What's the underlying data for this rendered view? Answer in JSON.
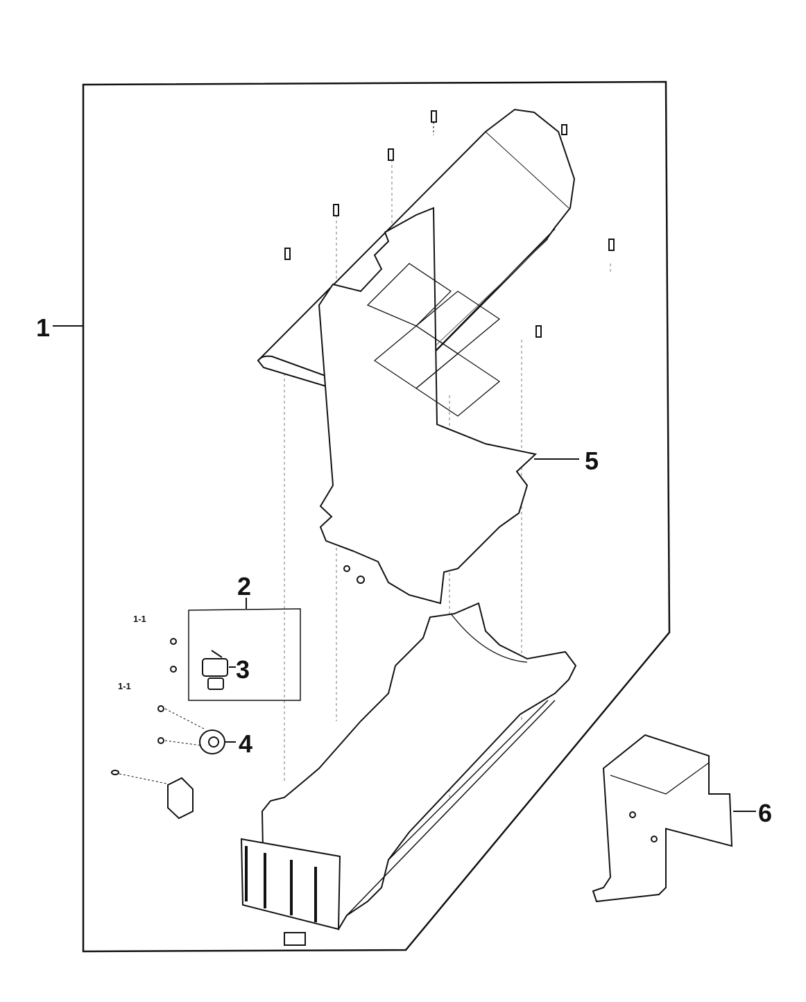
{
  "callouts": {
    "c1": "1",
    "c2": "2",
    "c3": "3",
    "c4": "4",
    "c5": "5",
    "c6": "6",
    "c11a": "1-1",
    "c11b": "1-1"
  },
  "colors": {
    "line": "#111111",
    "background": "#ffffff"
  }
}
